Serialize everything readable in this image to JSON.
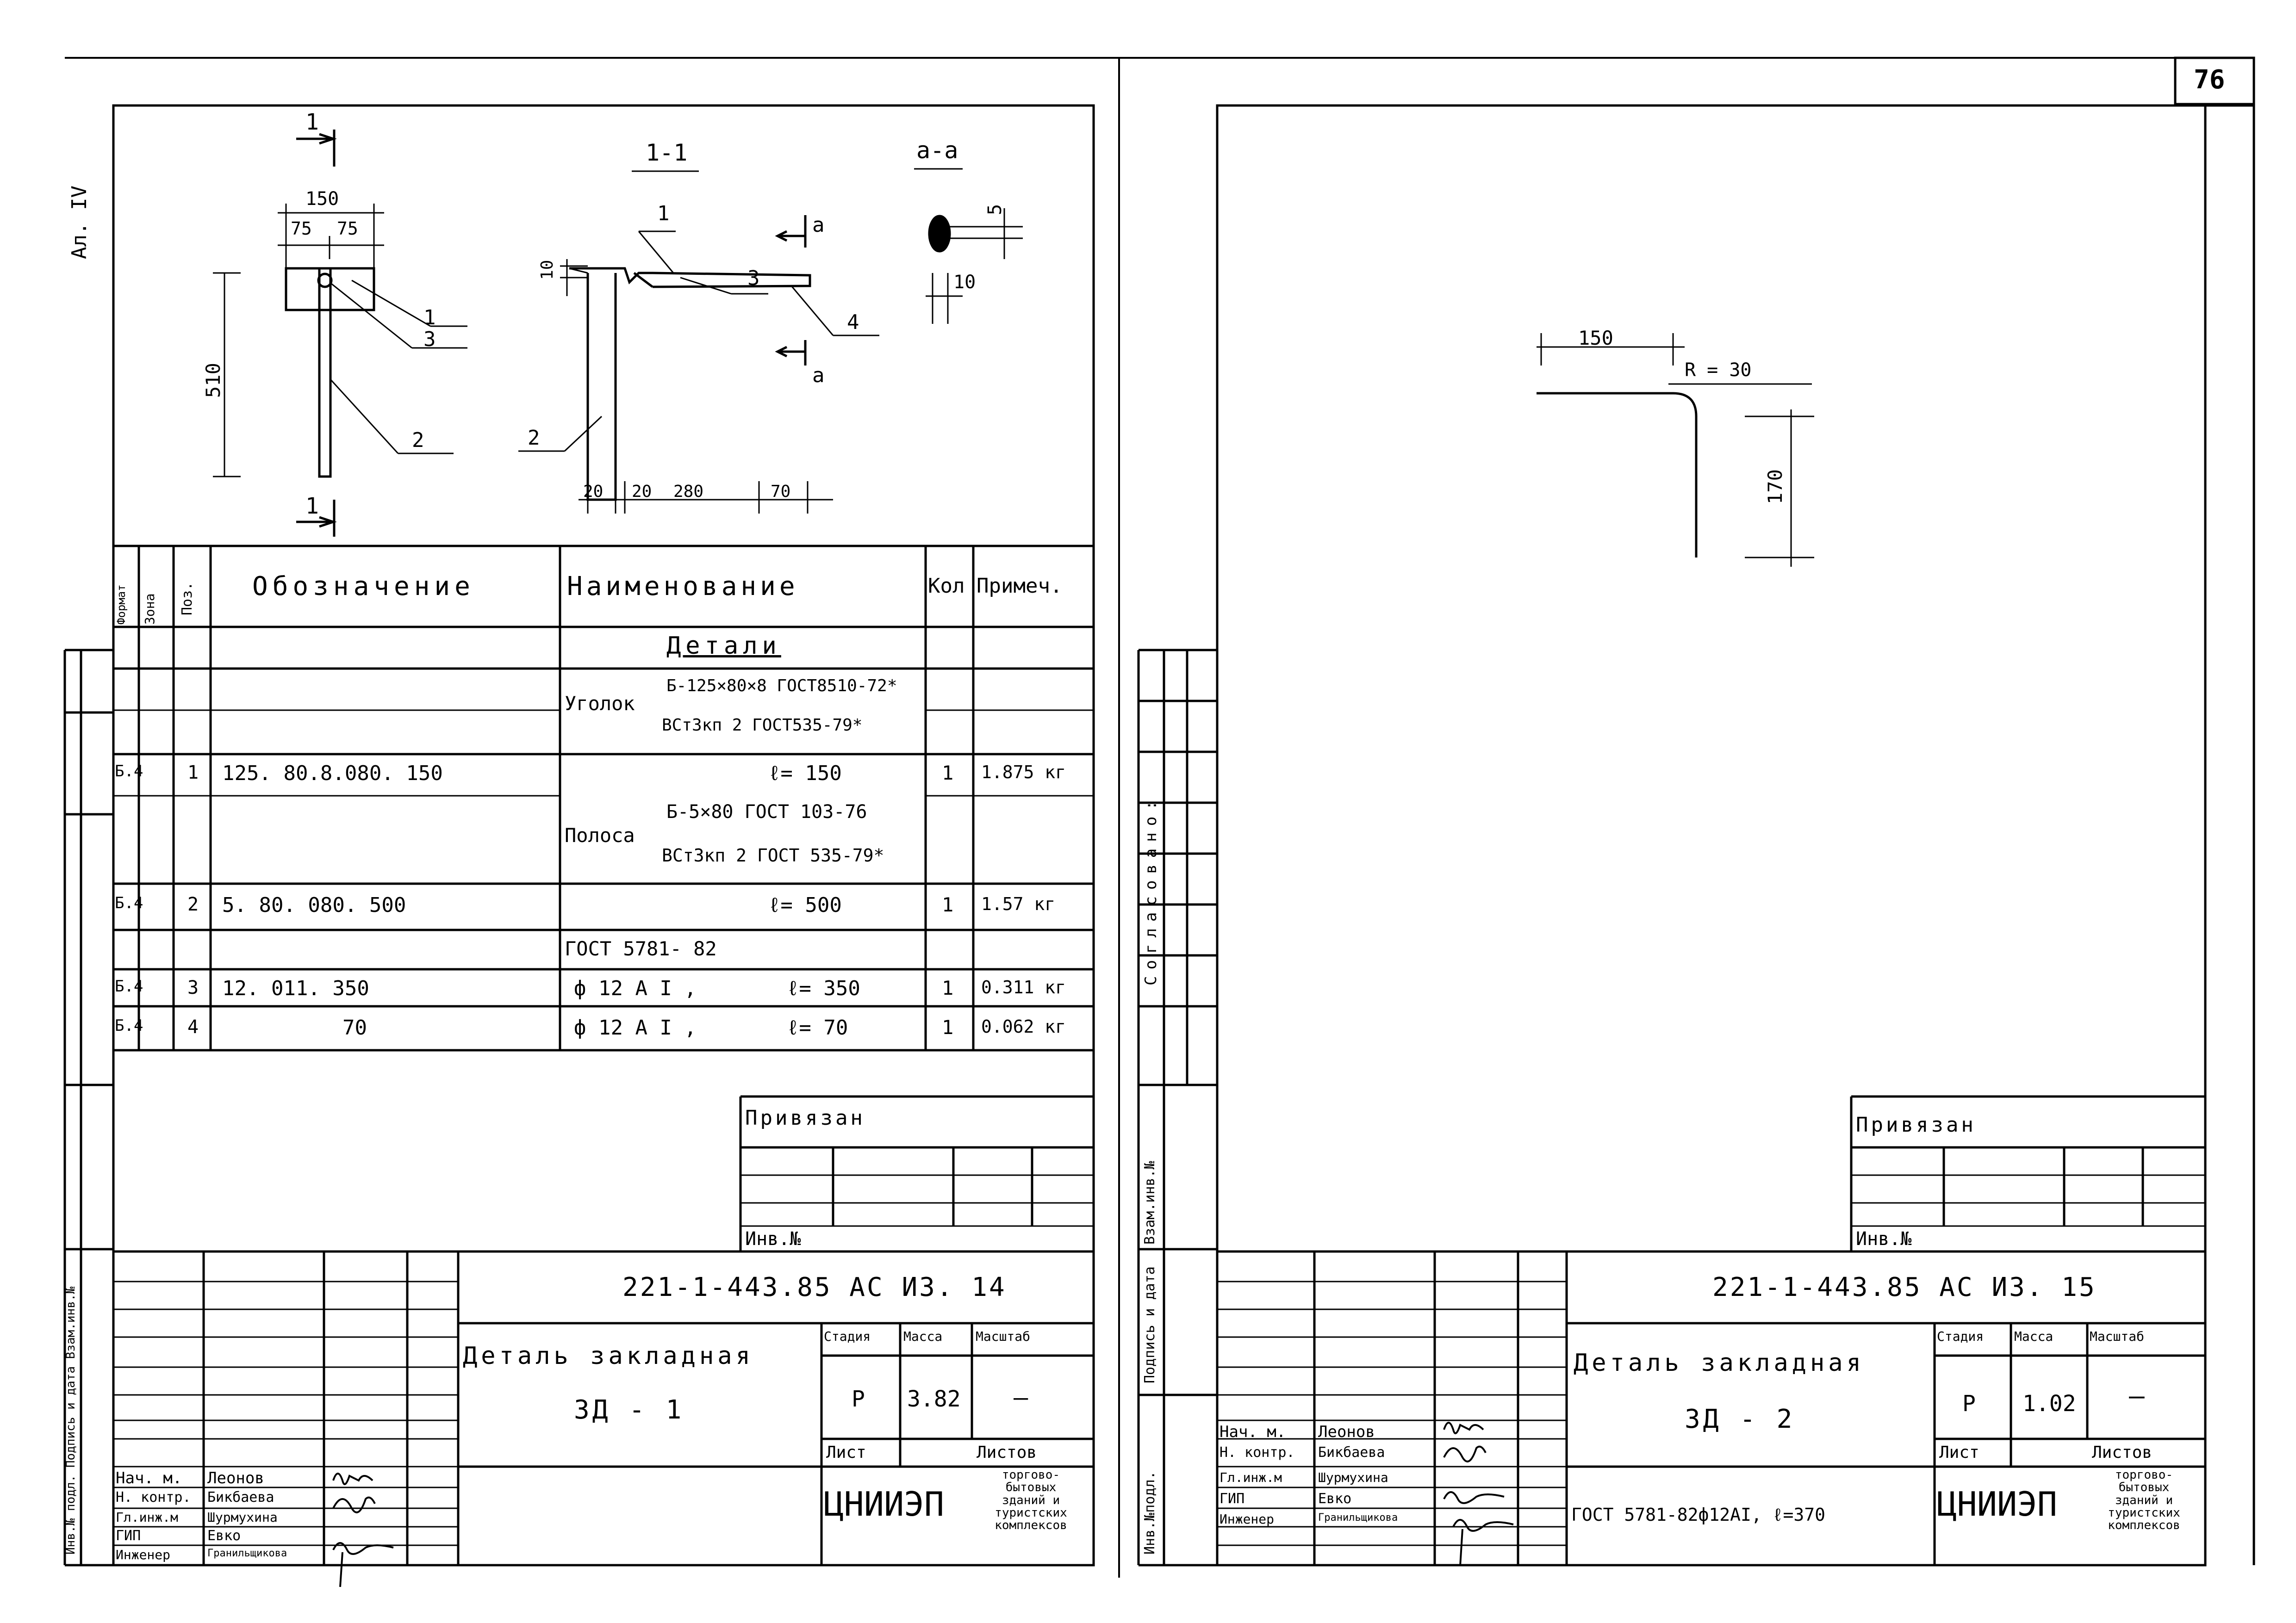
{
  "page_number": "76",
  "left_sheet": {
    "margin_label": "Ал. IV",
    "side_strip_label": "Инв.№ подл. Подпись и дата Взам.инв.№",
    "drawing": {
      "section_11_label": "1-1",
      "section_aa_label": "a-a",
      "cut_mark": "1",
      "cut_mark_a": "a",
      "dims": {
        "d150": "150",
        "d75a": "75",
        "d75b": "75",
        "d510": "510",
        "d10": "10",
        "d5": "5",
        "d10b": "10",
        "d20a": "20",
        "d20b": "20",
        "d280": "280",
        "d70": "70"
      },
      "callouts": [
        "1",
        "2",
        "3",
        "4"
      ]
    },
    "spec_table": {
      "headers": {
        "format": "Формат",
        "zone": "Зона",
        "pos": "Поз.",
        "designation": "Обозначение",
        "name": "Наименование",
        "qty": "Кол",
        "note": "Примеч."
      },
      "section_title": "Детали",
      "rows": [
        {
          "fmt": "",
          "pos": "",
          "designation": "",
          "name_left": "Уголок",
          "name_top": "Б-125×80×8 ГОСТ8510-72*",
          "name_bottom": "ВСт3кп 2 ГОСТ535-79*",
          "qty": "",
          "note": ""
        },
        {
          "fmt": "Б.4",
          "pos": "1",
          "designation": "125. 80.8.080. 150",
          "name": "ℓ= 150",
          "qty": "1",
          "note": "1.875 кг"
        },
        {
          "fmt": "",
          "pos": "",
          "designation": "",
          "name_left": "Полоса",
          "name_top": "Б-5×80 ГОСТ 103-76",
          "name_bottom": "ВСт3кп 2 ГОСТ 535-79*",
          "qty": "",
          "note": ""
        },
        {
          "fmt": "Б.4",
          "pos": "2",
          "designation": "5. 80. 080. 500",
          "name": "ℓ= 500",
          "qty": "1",
          "note": "1.57 кг"
        },
        {
          "fmt": "",
          "pos": "",
          "designation": "",
          "name": "ГОСТ 5781- 82",
          "qty": "",
          "note": ""
        },
        {
          "fmt": "Б.4",
          "pos": "3",
          "designation": "12. 011. 350",
          "name_a": "ф 12 А I ,",
          "name_b": "ℓ= 350",
          "qty": "1",
          "note": "0.311 кг"
        },
        {
          "fmt": "Б.4",
          "pos": "4",
          "designation": "70",
          "name_a": "ф 12 А I ,",
          "name_b": "ℓ= 70",
          "qty": "1",
          "note": "0.062 кг"
        }
      ]
    },
    "privyazan": "Привязан",
    "inv_no": "Инв.№",
    "title_block": {
      "code": "221-1-443.85 АС ИЗ. 14",
      "title_line1": "Деталь закладная",
      "title_line2": "ЗД - 1",
      "stage_h": "Стадия",
      "mass_h": "Масса",
      "scale_h": "Масштаб",
      "stage": "Р",
      "mass": "3.82",
      "scale": "—",
      "sheet_h": "Лист",
      "sheets_h": "Листов",
      "org": "ЦНИИЭП",
      "org_sub": [
        "торгово-",
        "бытовых",
        "зданий и",
        "туристских",
        "комплексов"
      ],
      "people": [
        {
          "role": "Нач. м.",
          "name": "Леонов"
        },
        {
          "role": "Н. контр.",
          "name": "Бикбаева"
        },
        {
          "role": "Гл.инж.м",
          "name": "Шурмухина"
        },
        {
          "role": "ГИП",
          "name": "Евко"
        },
        {
          "role": "Инженер",
          "name": "Гранильщикова"
        }
      ]
    }
  },
  "right_sheet": {
    "side_labels": [
      "Инв.№подл.",
      "Подпись и дата",
      "Взам.инв.№",
      "Согласовано:"
    ],
    "drawing": {
      "d150": "150",
      "radius": "R = 30",
      "d170": "170"
    },
    "privyazan": "Привязан",
    "inv_no": "Инв.№",
    "title_block": {
      "code": "221-1-443.85 АС ИЗ. 15",
      "title_line1": "Деталь закладная",
      "title_line2": "ЗД - 2",
      "stage_h": "Стадия",
      "mass_h": "Масса",
      "scale_h": "Масштаб",
      "stage": "Р",
      "mass": "1.02",
      "scale": "—",
      "sheet_h": "Лист",
      "sheets_h": "Листов",
      "material": "ГОСТ 5781-82ф12АI, ℓ=370",
      "org": "ЦНИИЭП",
      "org_sub": [
        "торгово-",
        "бытовых",
        "зданий и",
        "туристских",
        "комплексов"
      ],
      "people": [
        {
          "role": "Нач. м.",
          "name": "Леонов"
        },
        {
          "role": "Н. контр.",
          "name": "Бикбаева"
        },
        {
          "role": "Гл.инж.м",
          "name": "Шурмухина"
        },
        {
          "role": "ГИП",
          "name": "Евко"
        },
        {
          "role": "Инженер",
          "name": "Гранильщикова"
        }
      ]
    }
  }
}
